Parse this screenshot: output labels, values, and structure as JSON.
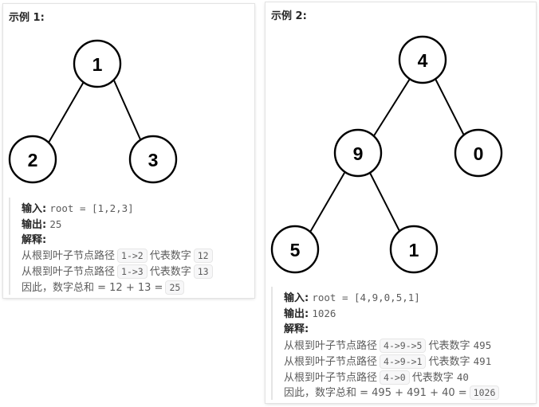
{
  "example1": {
    "title": "示例 1:",
    "nodes": [
      "1",
      "2",
      "3"
    ],
    "input_label": "输入:",
    "input_value": "root = [1,2,3]",
    "output_label": "输出:",
    "output_value": "25",
    "explain_label": "解释:",
    "path_prefix": "从根到叶子节点路径",
    "path_suffix": "代表数字",
    "paths": [
      {
        "path": "1->2",
        "number": "12"
      },
      {
        "path": "1->3",
        "number": "13"
      }
    ],
    "sum_text": "因此，数字总和 = 12 + 13 =",
    "sum_value": "25"
  },
  "example2": {
    "title": "示例 2:",
    "nodes": [
      "4",
      "9",
      "0",
      "5",
      "1"
    ],
    "input_label": "输入:",
    "input_value": "root = [4,9,0,5,1]",
    "output_label": "输出:",
    "output_value": "1026",
    "explain_label": "解释:",
    "path_prefix": "从根到叶子节点路径",
    "path_suffix": "代表数字",
    "paths": [
      {
        "path": "4->9->5",
        "number": "495"
      },
      {
        "path": "4->9->1",
        "number": "491"
      },
      {
        "path": "4->0",
        "number": "40"
      }
    ],
    "sum_text": "因此，数字总和 = 495 + 491 + 40 =",
    "sum_value": "1026"
  }
}
